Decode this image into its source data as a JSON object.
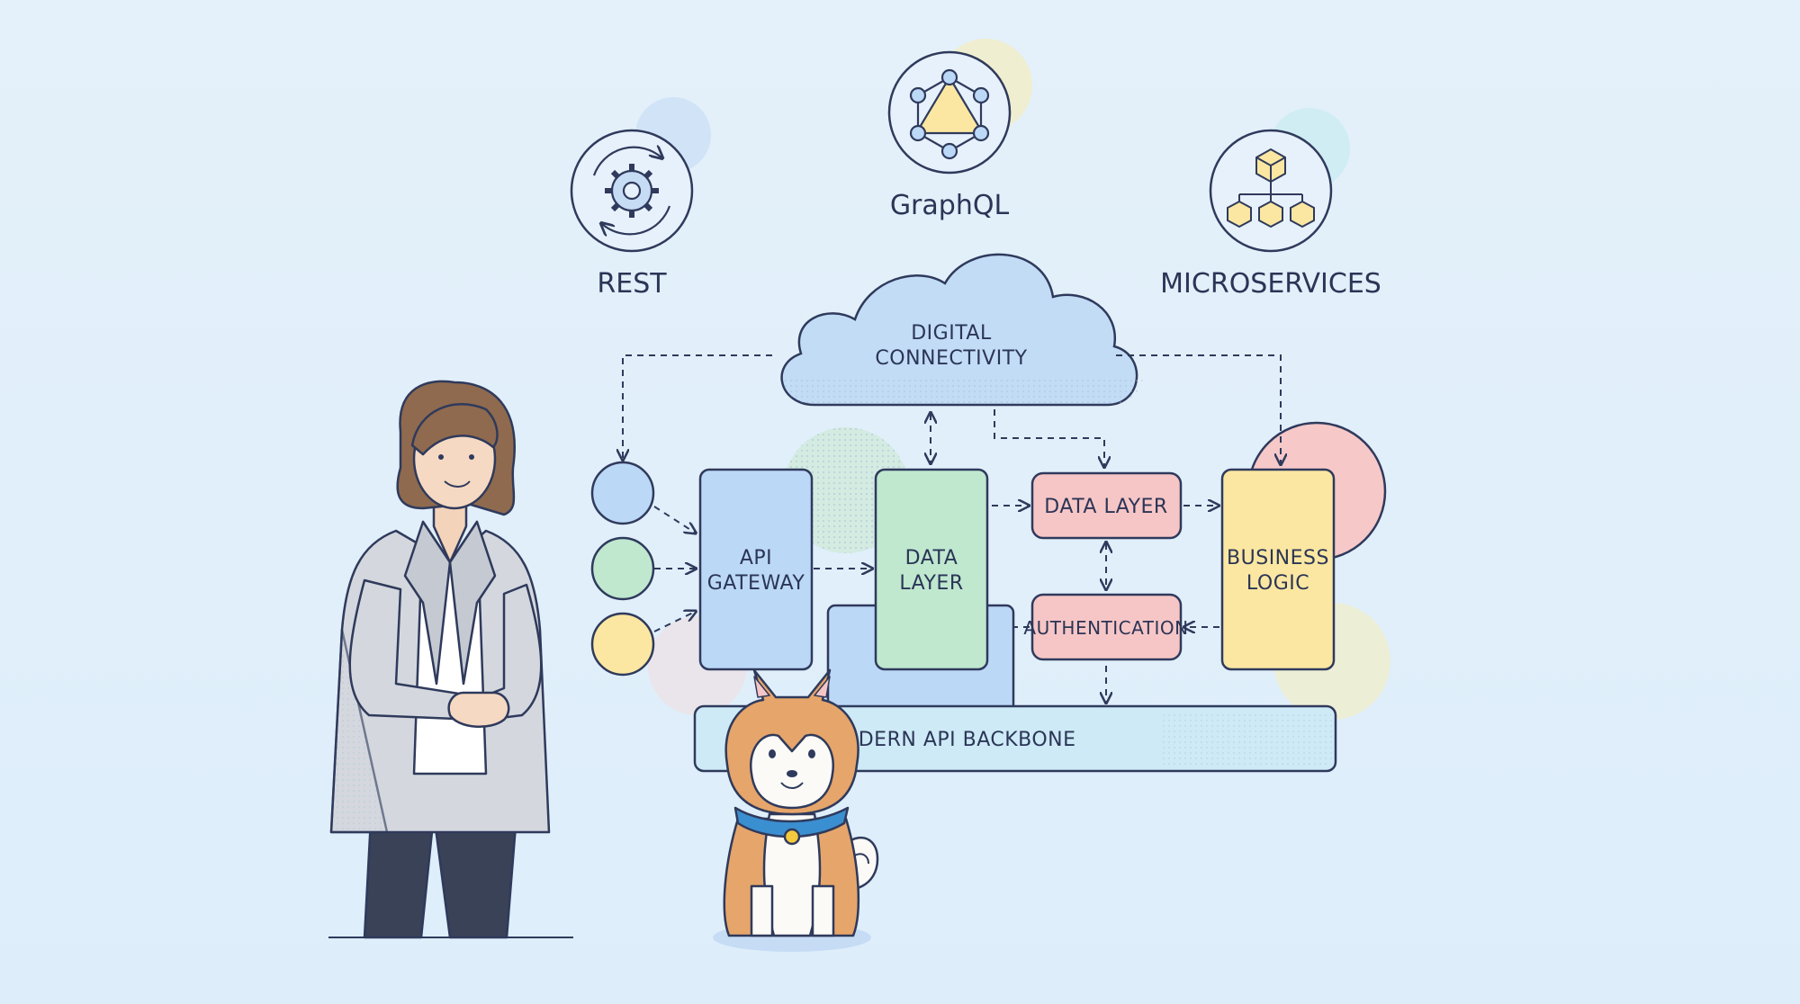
{
  "protocols": {
    "rest": {
      "label": "REST",
      "icon": "gear-cycle-icon"
    },
    "graphql": {
      "label": "GraphQL",
      "icon": "graphql-triangle-icon"
    },
    "microservices": {
      "label": "MICROSERVICES",
      "icon": "cube-hierarchy-icon"
    }
  },
  "cloud": {
    "line1": "DIGITAL",
    "line2": "CONNECTIVITY"
  },
  "boxes": {
    "api_gateway": {
      "line1": "API",
      "line2": "GATEWAY"
    },
    "data_layer_main": {
      "line1": "DATA",
      "line2": "LAYER"
    },
    "data_layer_small": {
      "label": "DATA LAYER"
    },
    "authentication": {
      "label": "AUTHENTICATION"
    },
    "business_logic": {
      "line1": "BUSINESS",
      "line2": "LOGIC"
    },
    "backbone": {
      "label": "MODERN API BACKBONE"
    }
  },
  "client_nodes": [
    "client-blue",
    "client-green",
    "client-yellow"
  ],
  "colors": {
    "outline": "#2f3a5c",
    "blue": "#bcd8f7",
    "green": "#bfe8cf",
    "pink": "#f6c6c6",
    "yellow": "#fbe7a1",
    "backbone": "#cdeaf6",
    "cloud": "#c2dcf6"
  }
}
